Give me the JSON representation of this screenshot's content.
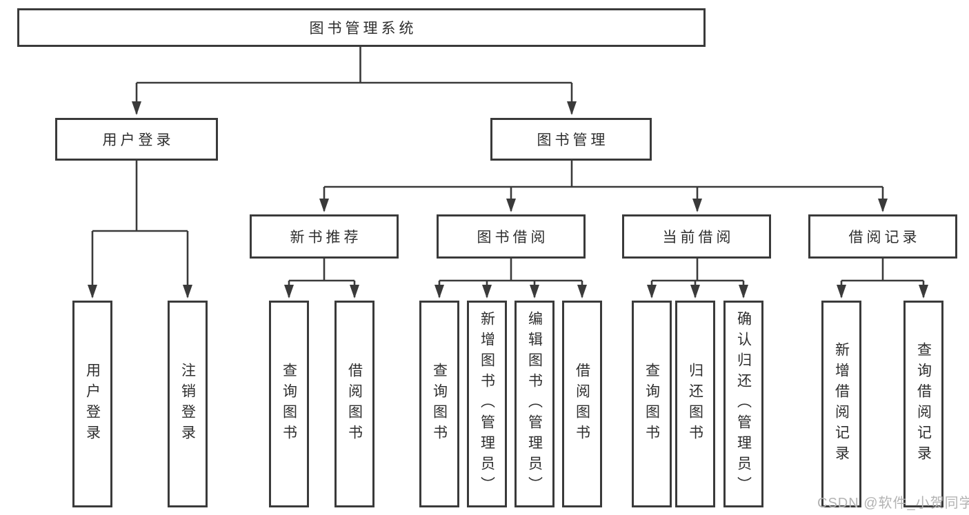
{
  "diagram": {
    "nodes": {
      "root": "图书管理系统",
      "user_login": "用户登录",
      "book_mgmt": "图书管理",
      "new_book": "新书推荐",
      "borrow": "图书借阅",
      "current": "当前借阅",
      "record": "借阅记录",
      "leaf_user_login": "用户登录",
      "leaf_logout": "注销登录",
      "leaf_query_book_a": "查询图书",
      "leaf_borrow_book_a": "借阅图书",
      "leaf_query_book_b": "查询图书",
      "leaf_add_book": "新增图书（管理员）",
      "leaf_edit_book": "编辑图书（管理员）",
      "leaf_borrow_book_b": "借阅图书",
      "leaf_query_book_c": "查询图书",
      "leaf_return_book": "归还图书",
      "leaf_confirm_return": "确认归还（管理员）",
      "leaf_add_record": "新增借阅记录",
      "leaf_query_record": "查询借阅记录"
    },
    "line_color": "#3a3a3a"
  },
  "watermark": "CSDN @软件_小贺同学"
}
